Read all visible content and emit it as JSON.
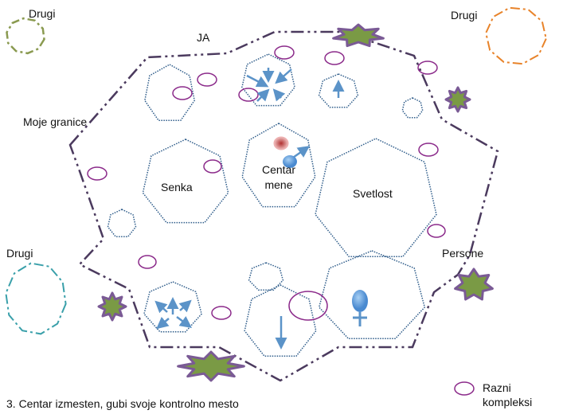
{
  "labels": {
    "ja": "JA",
    "moje_granice": "Moje granice",
    "drugi_top_left": "Drugi",
    "drugi_top_right": "Drugi",
    "drugi_left": "Drugi",
    "senka": "Senka",
    "centar_mene_1": "Centar",
    "centar_mene_2": "mene",
    "svetlost": "Svetlost",
    "persone": "Persone",
    "legend_1": "Razni",
    "legend_2": "kompleksi",
    "caption": "3. Centar izmesten, gubi svoje kontrolno mesto"
  },
  "colors": {
    "boundary": "#4b3a5e",
    "hexagon": "#2e5c8a",
    "complex": "#8b2a8a",
    "star_fill": "#7a9a45",
    "star_stroke": "#7a5a95",
    "arrow": "#5b93c8",
    "drugi_olive": "#8a9a50",
    "drugi_orange": "#e8832a",
    "drugi_teal": "#3aa0aa"
  }
}
